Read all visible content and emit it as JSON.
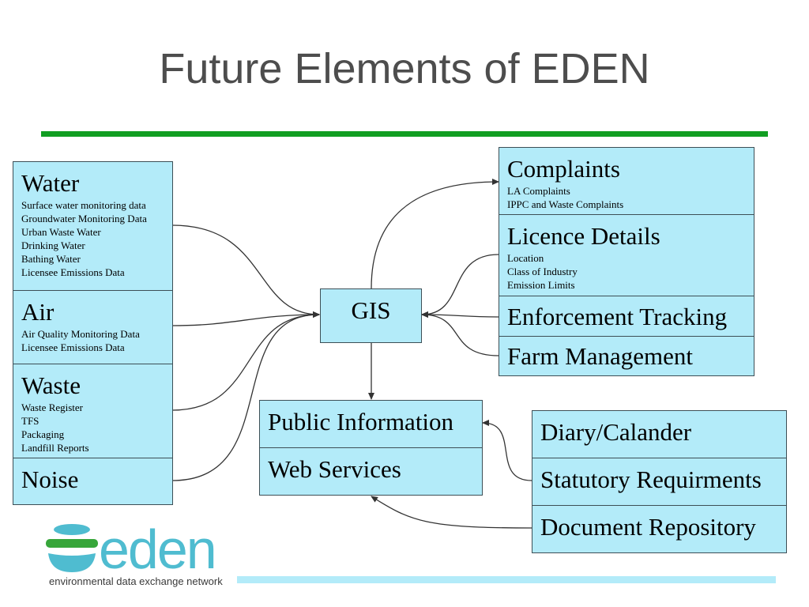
{
  "title": "Future Elements of EDEN",
  "colors": {
    "box_fill": "#b3ebf9",
    "rule": "#119e22",
    "logo_blue": "#4fbcd0",
    "logo_green": "#37a63a"
  },
  "left_group": {
    "water": {
      "label": "Water",
      "items": [
        "Surface water monitoring data",
        "Groundwater Monitoring Data",
        "Urban Waste Water",
        "Drinking Water",
        "Bathing Water",
        "Licensee Emissions Data"
      ]
    },
    "air": {
      "label": "Air",
      "items": [
        "Air Quality Monitoring Data",
        "Licensee Emissions Data"
      ]
    },
    "waste": {
      "label": "Waste",
      "items": [
        "Waste Register",
        "TFS",
        "Packaging",
        "Landfill Reports"
      ]
    },
    "noise": {
      "label": "Noise"
    }
  },
  "gis": {
    "label": "GIS"
  },
  "right_group": {
    "complaints": {
      "label": "Complaints",
      "items": [
        "LA Complaints",
        "IPPC and Waste Complaints"
      ]
    },
    "licence": {
      "label": "Licence Details",
      "items": [
        "Location",
        "Class of Industry",
        "Emission Limits"
      ]
    },
    "enforcement": {
      "label": "Enforcement Tracking"
    },
    "farm": {
      "label": "Farm Management"
    }
  },
  "public_group": {
    "public_info": "Public Information",
    "web_services": "Web Services"
  },
  "bottom_right_group": {
    "diary": "Diary/Calander",
    "statutory": "Statutory Requirments",
    "document": "Document Repository"
  },
  "logo": {
    "wordmark": "eden",
    "tagline": "environmental data exchange network",
    "icon": "eden-logo-icon"
  }
}
